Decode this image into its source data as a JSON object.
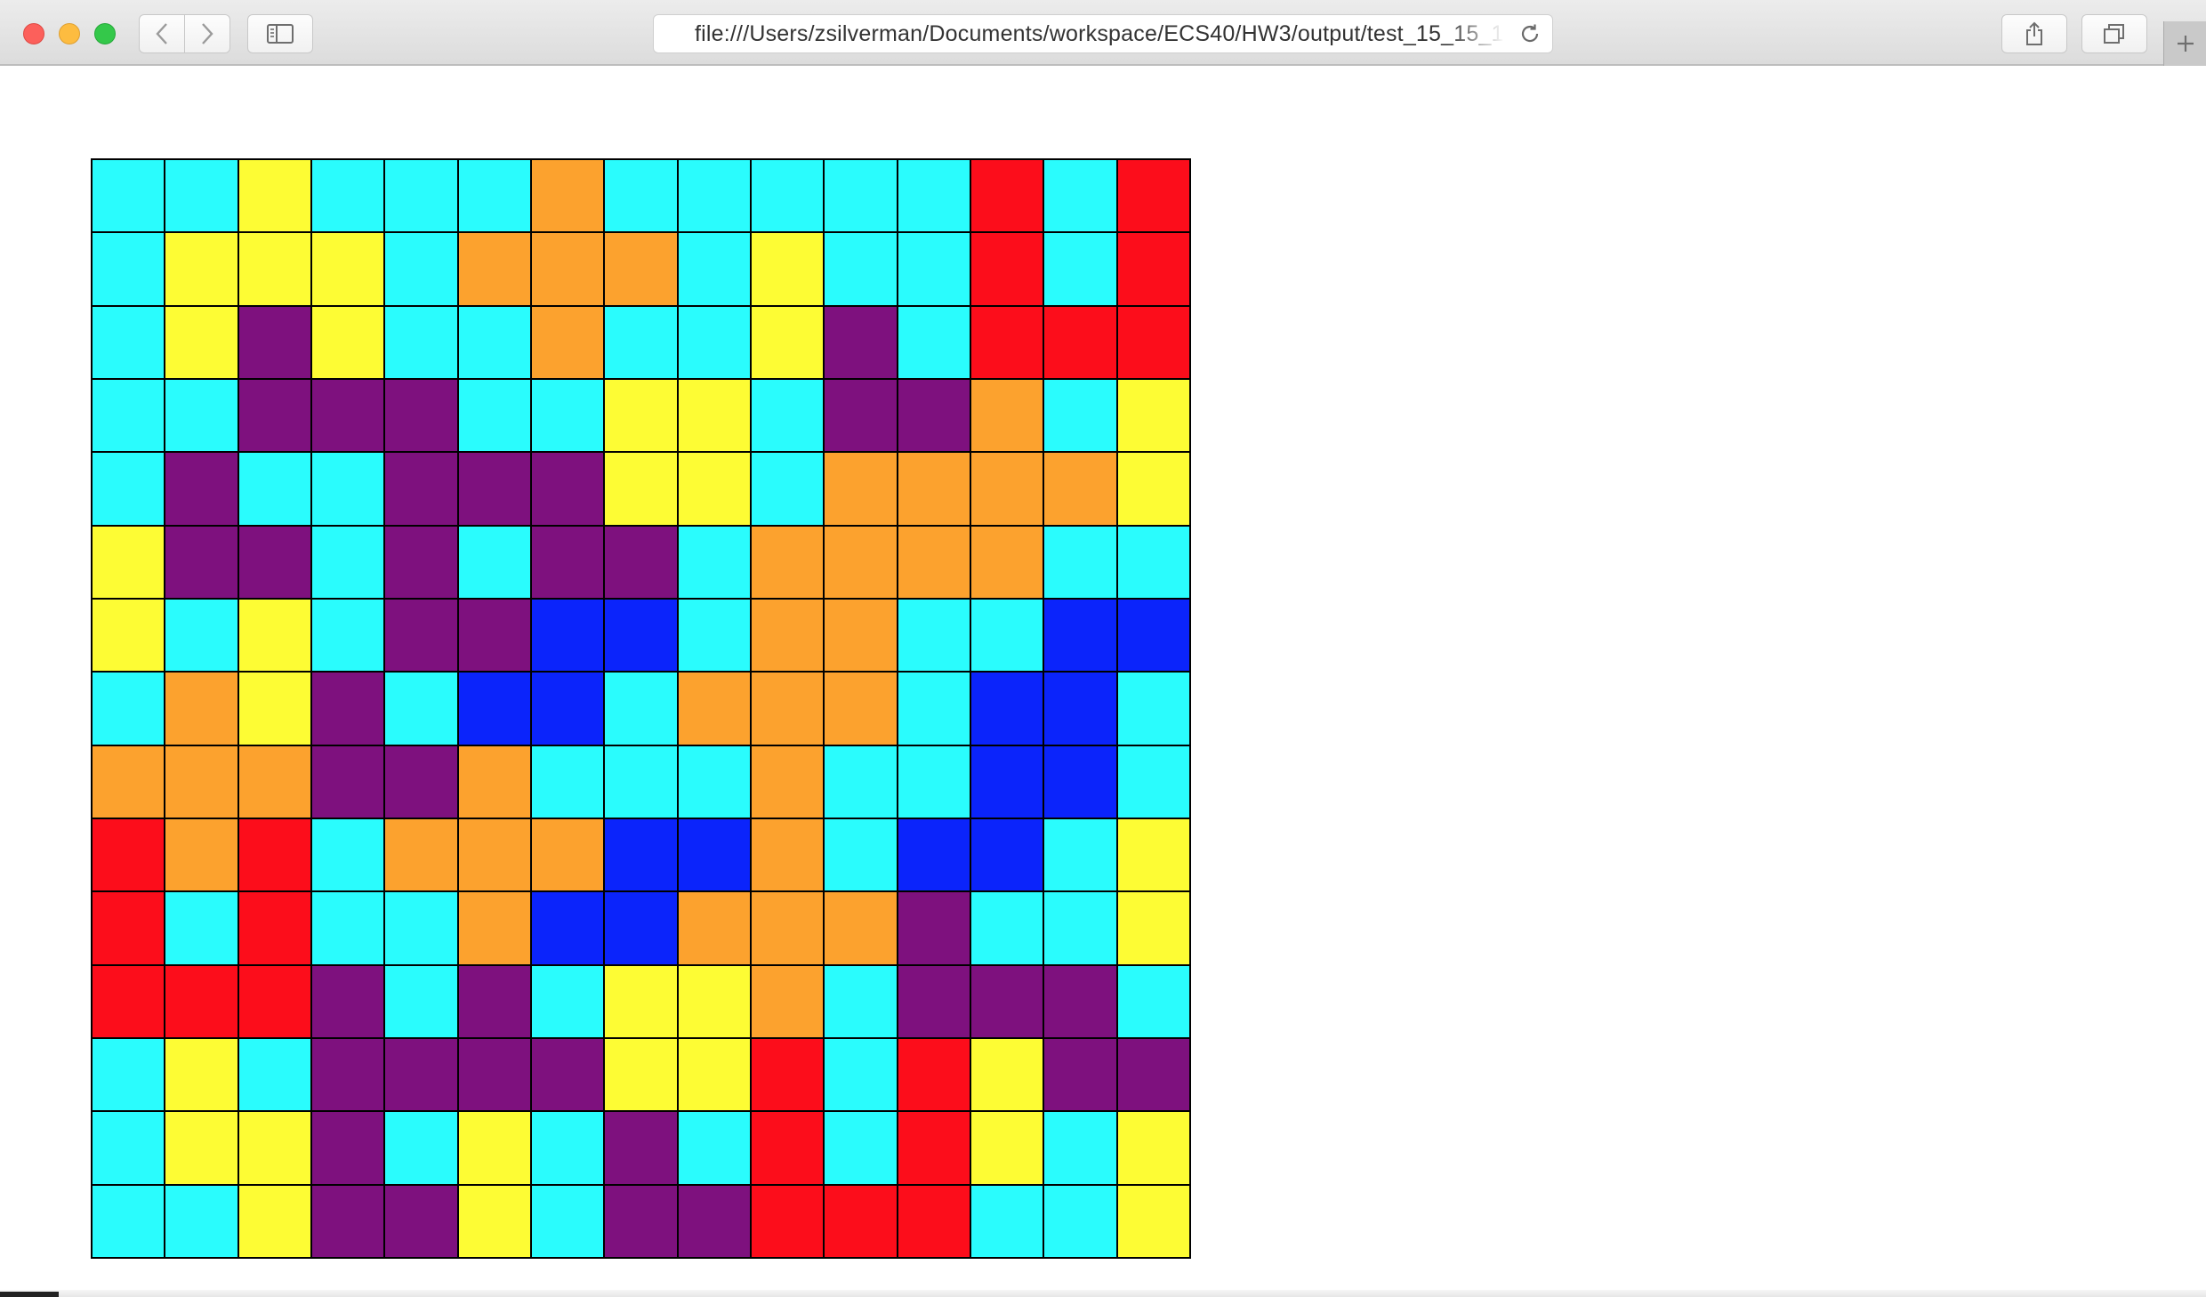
{
  "browser": {
    "url": "file:///Users/zsilverman/Documents/workspace/ECS40/HW3/output/test_15_15_1",
    "icons": {
      "back": "chevron-left-icon",
      "forward": "chevron-right-icon",
      "sidebar": "sidebar-icon",
      "reload": "reload-icon",
      "share": "share-icon",
      "tabs": "tabs-icon",
      "new_tab": "plus-icon"
    }
  },
  "palette": {
    "C": "#2afcfd",
    "Y": "#fdfc34",
    "O": "#fca22e",
    "R": "#fc0d1b",
    "P": "#7e117e",
    "B": "#0b24fb"
  },
  "grid": {
    "rows": 15,
    "cols": 15,
    "cells": [
      "CCYCCCOCCCCCRCR",
      "CYYYCOOOCYCCRCR",
      "CYPYCCOCCYPCRRR",
      "CCPPPCCYYCPPOCY",
      "CPCCPPPYYCOOOOY",
      "YPPCPCPPCOOOOCC",
      "YCYCPPBBCOOCCBB",
      "COYPCBBCOOOCBBC",
      "OOOPPOCCCOCCBBC",
      "RORCOOOBBOCBBCY",
      "RCRCCOBBOOOPCCY",
      "RRRPCPCYYOCPPPC",
      "CYCPPPPYYRCRYPP",
      "CYYPCYCPCRCRYCY",
      "CCYPPYCPPRRRCCY"
    ]
  }
}
